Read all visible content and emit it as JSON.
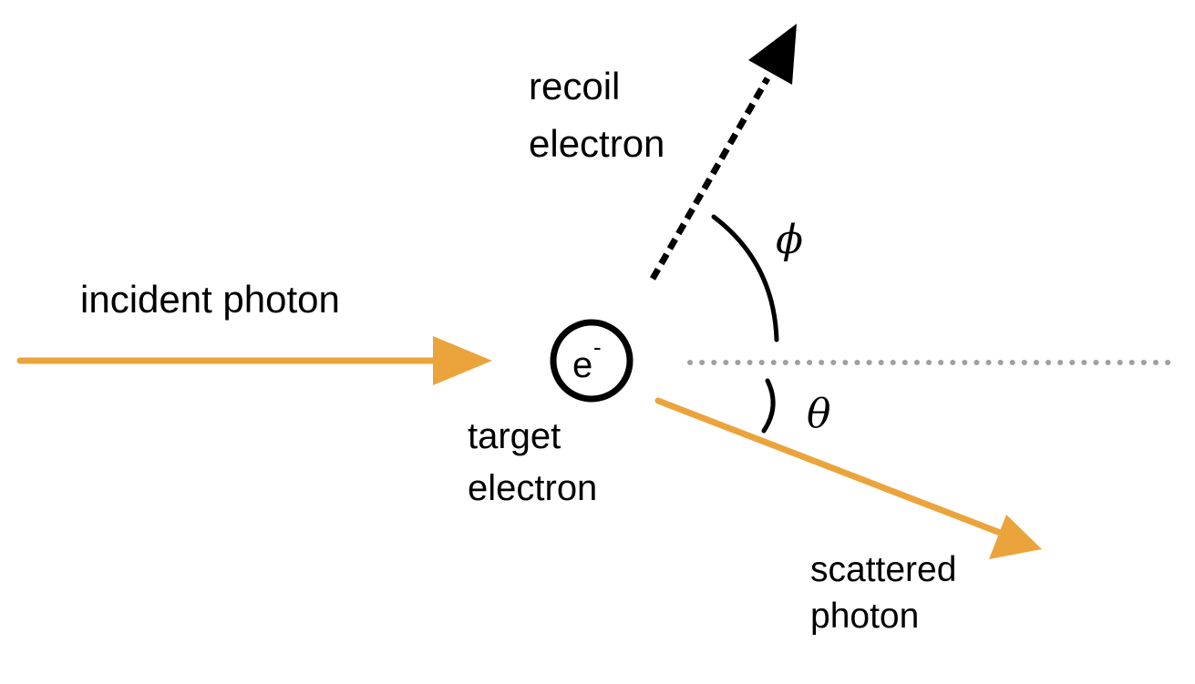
{
  "labels": {
    "incident": "incident photon",
    "recoil_line1": "recoil",
    "recoil_line2": "electron",
    "target_line1": "target",
    "target_line2": "electron",
    "scattered_line1": "scattered",
    "scattered_line2": "photon",
    "phi": "ϕ",
    "theta": "θ",
    "electron_symbol": "e",
    "electron_charge": "-"
  },
  "colors": {
    "photon": "#eba43c",
    "recoil": "#000000",
    "reference_line": "#a0a0a0",
    "angle_arc": "#000000",
    "electron_circle": "#000000",
    "background": "#ffffff"
  },
  "icons": {
    "incident_arrow": "solid-arrow",
    "recoil_arrow": "dashed-arrow",
    "scattered_arrow": "solid-arrow",
    "reference_line": "dotted-line",
    "electron": "circle-with-e-minus"
  }
}
